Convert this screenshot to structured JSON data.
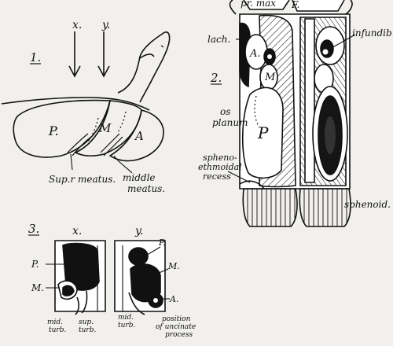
{
  "fig1": {
    "number": "1.",
    "x_arrow": "x.",
    "y_arrow": "y.",
    "regions": {
      "p": "P.",
      "m": "M",
      "a": "A"
    },
    "sup_meatus": "Sup.r meatus.",
    "middle_meatus": [
      "middle",
      "meatus."
    ]
  },
  "fig2": {
    "number": "2.",
    "pr_max": "pr. max",
    "f": "F.",
    "lach": "lach.",
    "infundib": "infundib.",
    "regions": {
      "a": "A.",
      "m": "M",
      "p": "P"
    },
    "os_planum": [
      "os",
      "planum"
    ],
    "spheno_recess": [
      "spheno-",
      "ethmoidal",
      "recess"
    ],
    "sphenoid": "sphenoid."
  },
  "fig3": {
    "number": "3.",
    "x": "x.",
    "y": "y.",
    "left": {
      "p": "P.",
      "m": "M.",
      "mid_turb": [
        "mid.",
        "turb."
      ],
      "sup_turb": [
        "sup.",
        "turb."
      ]
    },
    "right": {
      "p": "P.",
      "m": "M.",
      "a": "A.",
      "mid_turb": [
        "mid.",
        "turb."
      ],
      "uncinate": [
        "position",
        "of uncinate",
        "process"
      ]
    }
  }
}
